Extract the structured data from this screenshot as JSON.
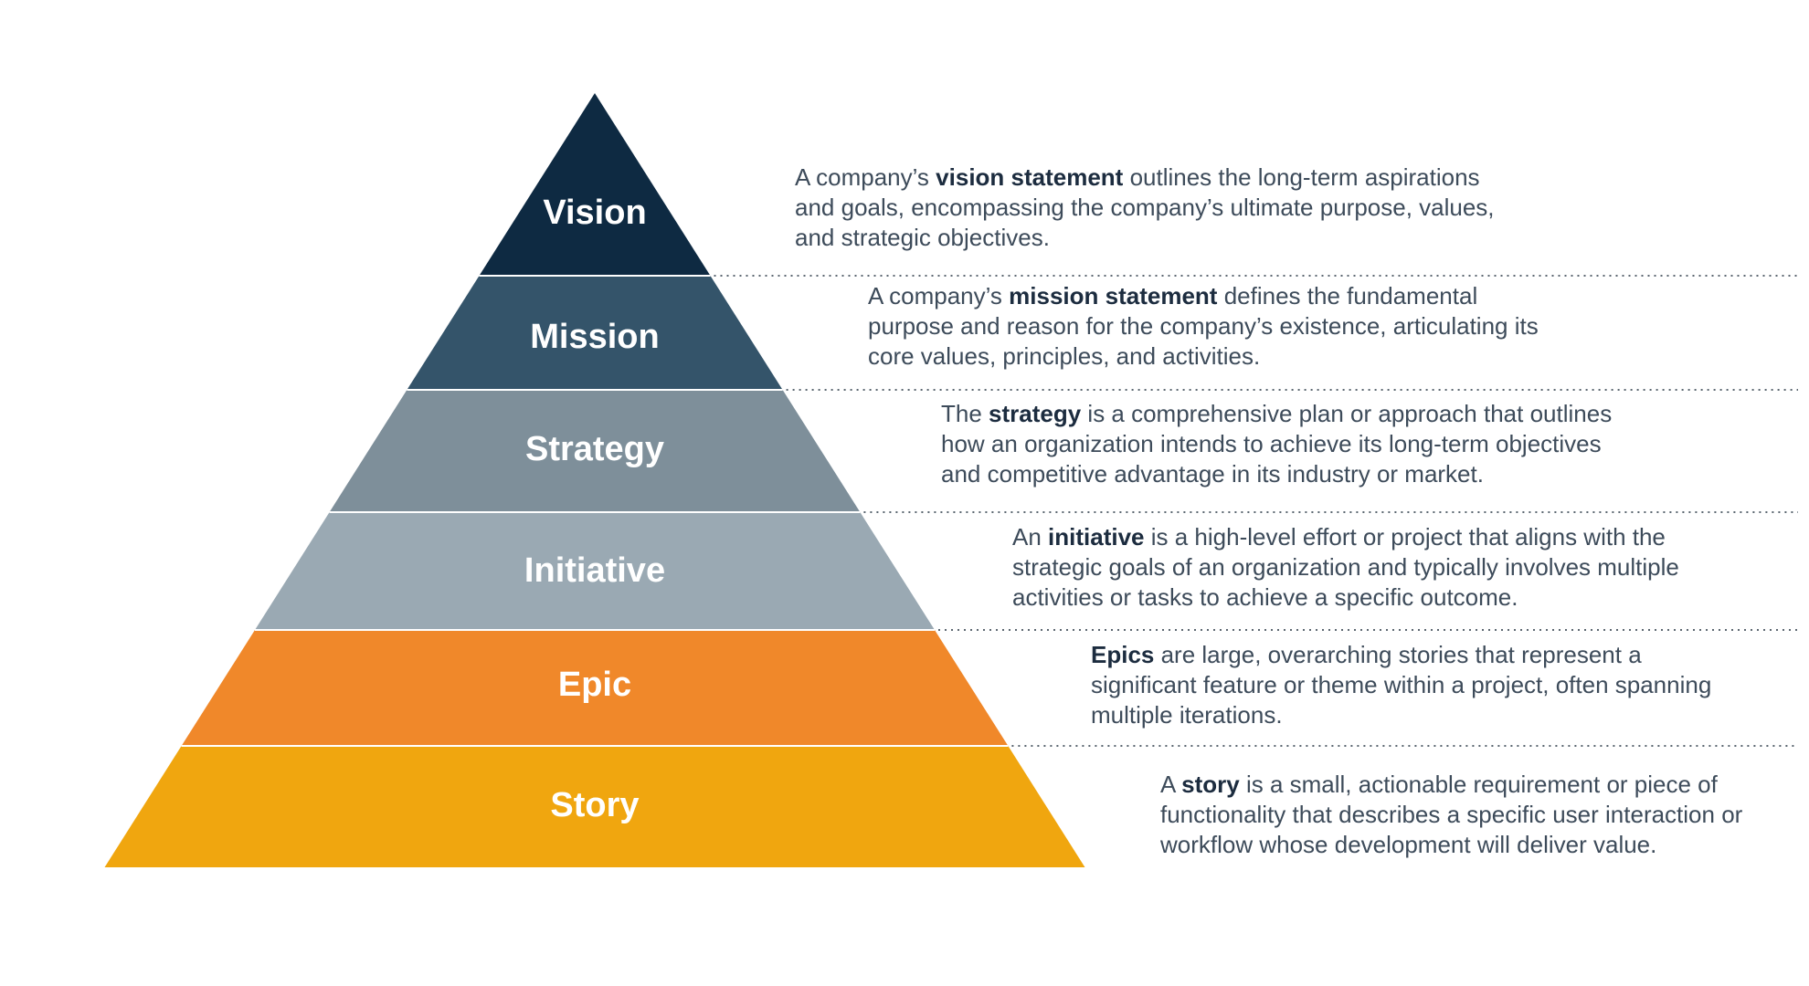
{
  "colors": {
    "vision": "#0e2a42",
    "mission": "#34546a",
    "strategy": "#7e8f9a",
    "initiative": "#9aa9b3",
    "epic": "#f0882a",
    "story": "#f0a60f",
    "description_text": "#3d4b5a",
    "divider": "#5b6670"
  },
  "tiers": [
    {
      "label": "Vision",
      "description": {
        "before": "A company’s ",
        "term": "vision statement",
        "after": " outlines the long-term aspirations and goals, encompassing the company’s ultimate purpose, values, and strategic objectives."
      }
    },
    {
      "label": "Mission",
      "description": {
        "before": "A company’s ",
        "term": "mission statement",
        "after": " defines the fundamental purpose and reason for the company’s existence, articulating its core values, principles, and activities."
      }
    },
    {
      "label": "Strategy",
      "description": {
        "before": "The ",
        "term": "strategy",
        "after": " is a comprehensive plan or approach that outlines how an organization intends to achieve its long-term objectives and competitive advantage in its industry or market."
      }
    },
    {
      "label": "Initiative",
      "description": {
        "before": "An ",
        "term": "initiative",
        "after": " is a high-level effort or project that aligns with the strategic goals of an organization and typically involves multiple activities or tasks to achieve a specific outcome."
      }
    },
    {
      "label": "Epic",
      "description": {
        "before": "",
        "term": "Epics",
        "after": " are large, overarching stories that represent a significant feature or theme within a project, often spanning multiple iterations."
      }
    },
    {
      "label": "Story",
      "description": {
        "before": "A ",
        "term": "story",
        "after": " is a small, actionable requirement or piece of functionality that describes a specific user interaction or workflow whose development will deliver value."
      }
    }
  ]
}
